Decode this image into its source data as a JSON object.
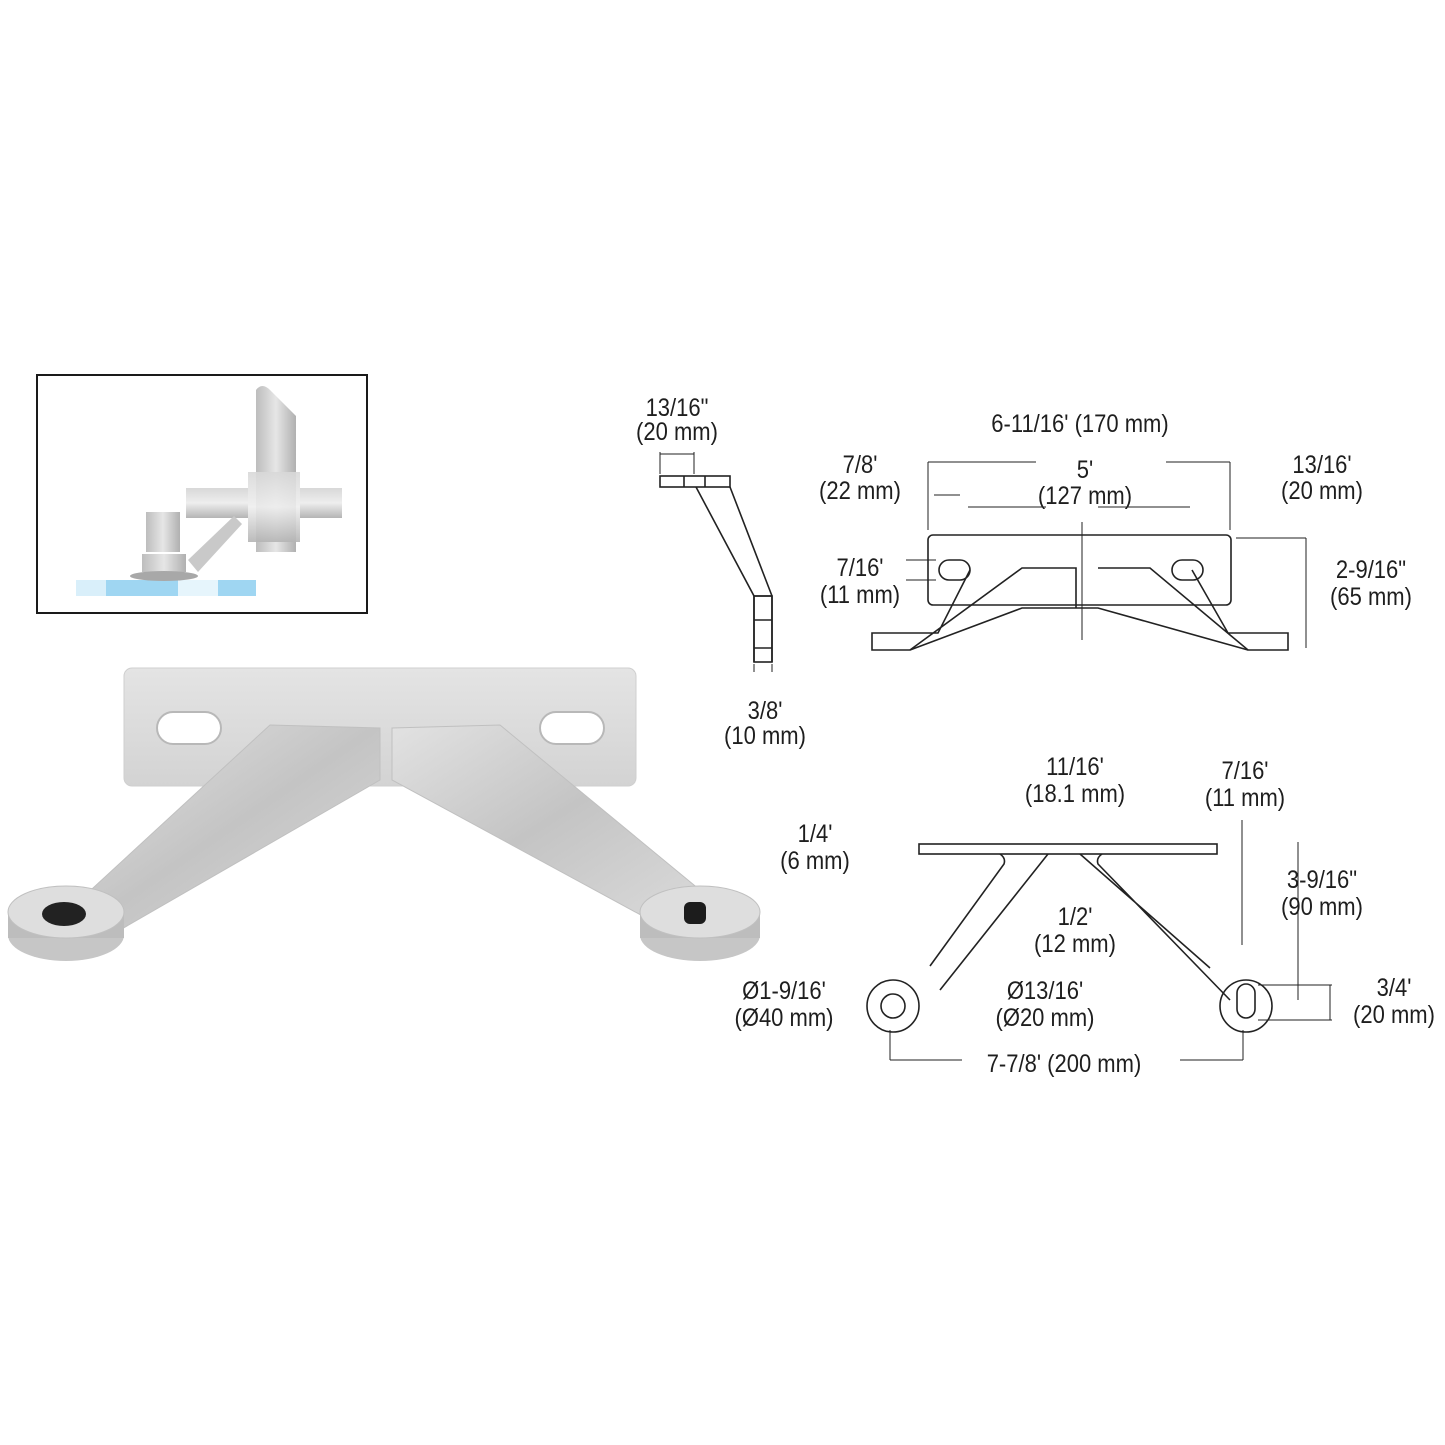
{
  "figure": {
    "subject": "2-arm spider fitting with mounting plate",
    "inset_view": {
      "label": "installed side view",
      "glass_color": "#8fd0f0",
      "metal_color": "#c8c8c8"
    },
    "photo_view": {
      "label": "product photo",
      "metal_color": "#cfcfd0"
    }
  },
  "side_view": {
    "top_width": {
      "imperial": "13/16\"",
      "metric": "(20 mm)"
    },
    "bottom_width": {
      "imperial": "3/8'",
      "metric": "(10 mm)"
    }
  },
  "front_view": {
    "overall_width": {
      "text": "6-11/16' (170 mm)"
    },
    "slot_spacing": {
      "imperial": "5'",
      "metric": "(127 mm)"
    },
    "slot_offset": {
      "imperial": "7/8'",
      "metric": "(22 mm)"
    },
    "plate_edge": {
      "imperial": "13/16'",
      "metric": "(20 mm)"
    },
    "slot_height": {
      "imperial": "7/16'",
      "metric": "(11 mm)"
    },
    "overall_height": {
      "imperial": "2-9/16\"",
      "metric": "(65 mm)"
    }
  },
  "top_view": {
    "plate_thickness": {
      "imperial": "1/4'",
      "metric": "(6 mm)"
    },
    "center_width": {
      "imperial": "11/16'",
      "metric": "(18.1 mm)"
    },
    "slot_width": {
      "imperial": "7/16'",
      "metric": "(11 mm)"
    },
    "arm_depth": {
      "imperial": "3-9/16\"",
      "metric": "(90 mm)"
    },
    "arm_width": {
      "imperial": "1/2'",
      "metric": "(12 mm)"
    },
    "boss_diameter": {
      "imperial": "Ø1-9/16'",
      "metric": "(Ø40 mm)"
    },
    "hole_diameter": {
      "imperial": "Ø13/16'",
      "metric": "(Ø20 mm)"
    },
    "slot_length": {
      "imperial": "3/4'",
      "metric": "(20 mm)"
    },
    "center_spacing": {
      "text": "7-7/8' (200 mm)"
    }
  }
}
